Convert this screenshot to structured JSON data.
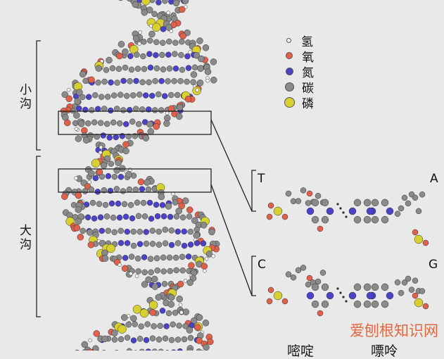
{
  "legend": [
    {
      "label": "氢",
      "color": "#f4f4f4"
    },
    {
      "label": "氧",
      "color": "#e0604a"
    },
    {
      "label": "氮",
      "color": "#4a42c8"
    },
    {
      "label": "碳",
      "color": "#8a8a8a"
    },
    {
      "label": "磷",
      "color": "#d8d030"
    }
  ],
  "grooves": {
    "minor": "小沟",
    "major": "大沟"
  },
  "bases": {
    "t": "T",
    "a": "A",
    "c": "C",
    "g": "G"
  },
  "bottom_labels": {
    "pyrimidine": "嘧啶",
    "purine": "嘌呤"
  },
  "watermark": "爱刨根知识网"
}
